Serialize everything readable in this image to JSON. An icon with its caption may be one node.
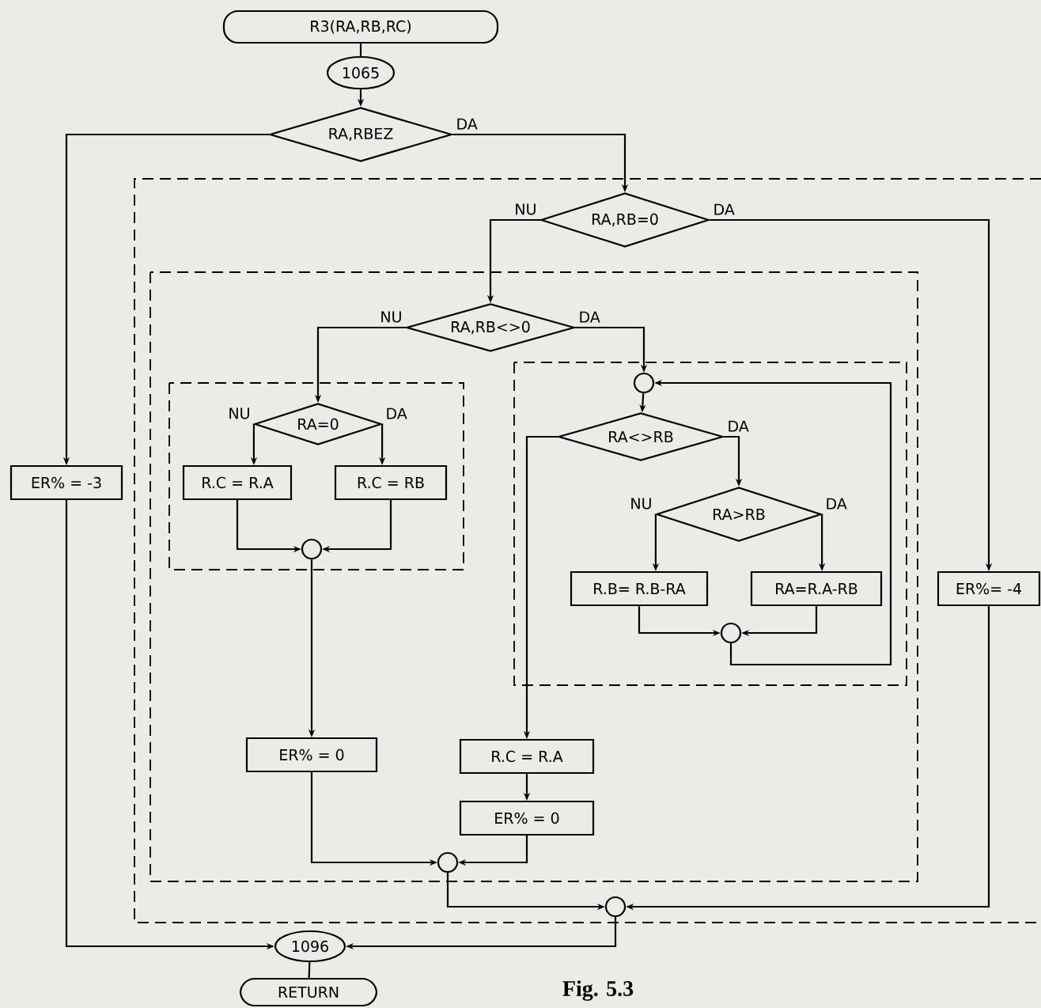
{
  "diagram": {
    "caption": "Fig. 5.3",
    "nodes": [
      {
        "text": [
          "R3(RA,RB,RC)"
        ]
      },
      {
        "text": [
          "1065"
        ]
      },
      {
        "text": [
          "RA,RBEZ"
        ]
      },
      {
        "text": [
          "RA,RB=0"
        ]
      },
      {
        "text": [
          "RA,RB<>0"
        ]
      },
      {
        "text": [],
        "shape": "circle"
      },
      {
        "text": [
          "RA=0"
        ]
      },
      {
        "text": [
          "RA<>RB"
        ]
      },
      {
        "text": [
          "ER% = -3"
        ]
      },
      {
        "text": [
          "R.C = R.A"
        ]
      },
      {
        "text": [
          "R.C = RB"
        ]
      },
      {
        "text": [
          "RA>RB"
        ]
      },
      {
        "text": [],
        "shape": "circle"
      },
      {
        "text": [
          "R.B= R.B-RA"
        ]
      },
      {
        "text": [
          "RA=R.A-RB"
        ]
      },
      {
        "text": [
          "ER%= -4"
        ]
      },
      {
        "text": [],
        "shape": "circle"
      },
      {
        "text": [
          "ER% = 0"
        ]
      },
      {
        "text": [
          "R.C = R.A"
        ]
      },
      {
        "text": [
          "ER% = 0"
        ]
      },
      {
        "text": [],
        "shape": "circle"
      },
      {
        "text": [],
        "shape": "circle"
      },
      {
        "text": [
          "1096"
        ]
      },
      {
        "text": [
          "RETURN"
        ]
      }
    ],
    "edges": [
      {
        "from": 0,
        "to": 1,
        "arrow": "none"
      },
      {
        "from": 1,
        "to": 2,
        "arrow": "to"
      },
      {
        "from": 2,
        "to": 3,
        "arrow": "to",
        "label": "DA"
      },
      {
        "from": 2,
        "to": 8,
        "arrow": "to"
      },
      {
        "from": 3,
        "to": 4,
        "arrow": "to",
        "label": "NU"
      },
      {
        "from": 3,
        "to": 15,
        "arrow": "to",
        "label": "DA"
      },
      {
        "from": 4,
        "to": 6,
        "arrow": "to",
        "label": "NU"
      },
      {
        "from": 4,
        "to": 5,
        "arrow": "to",
        "label": "DA"
      },
      {
        "from": 5,
        "to": 7,
        "arrow": "to"
      },
      {
        "from": 6,
        "to": 9,
        "arrow": "to",
        "label": "NU"
      },
      {
        "from": 6,
        "to": 10,
        "arrow": "to",
        "label": "DA"
      },
      {
        "from": 7,
        "to": 18,
        "arrow": "to"
      },
      {
        "from": 7,
        "to": 11,
        "arrow": "to",
        "label": "DA"
      },
      {
        "from": 11,
        "to": 13,
        "arrow": "to",
        "label": "NU"
      },
      {
        "from": 11,
        "to": 14,
        "arrow": "to",
        "label": "DA"
      },
      {
        "from": 9,
        "to": 12,
        "arrow": "to"
      },
      {
        "from": 10,
        "to": 12,
        "arrow": "to"
      },
      {
        "from": 13,
        "to": 16,
        "arrow": "to"
      },
      {
        "from": 14,
        "to": 16,
        "arrow": "to"
      },
      {
        "from": 16,
        "to": 5,
        "arrow": "to"
      },
      {
        "from": 12,
        "to": 17,
        "arrow": "to"
      },
      {
        "from": 18,
        "to": 19,
        "arrow": "to"
      },
      {
        "from": 17,
        "to": 20,
        "arrow": "to"
      },
      {
        "from": 19,
        "to": 20,
        "arrow": "to"
      },
      {
        "from": 20,
        "to": 21,
        "arrow": "to"
      },
      {
        "from": 15,
        "to": 21,
        "arrow": "to"
      },
      {
        "from": 8,
        "to": 22,
        "arrow": "to"
      },
      {
        "from": 21,
        "to": 22,
        "arrow": "to"
      },
      {
        "from": 22,
        "to": 23,
        "arrow": "none"
      }
    ]
  }
}
